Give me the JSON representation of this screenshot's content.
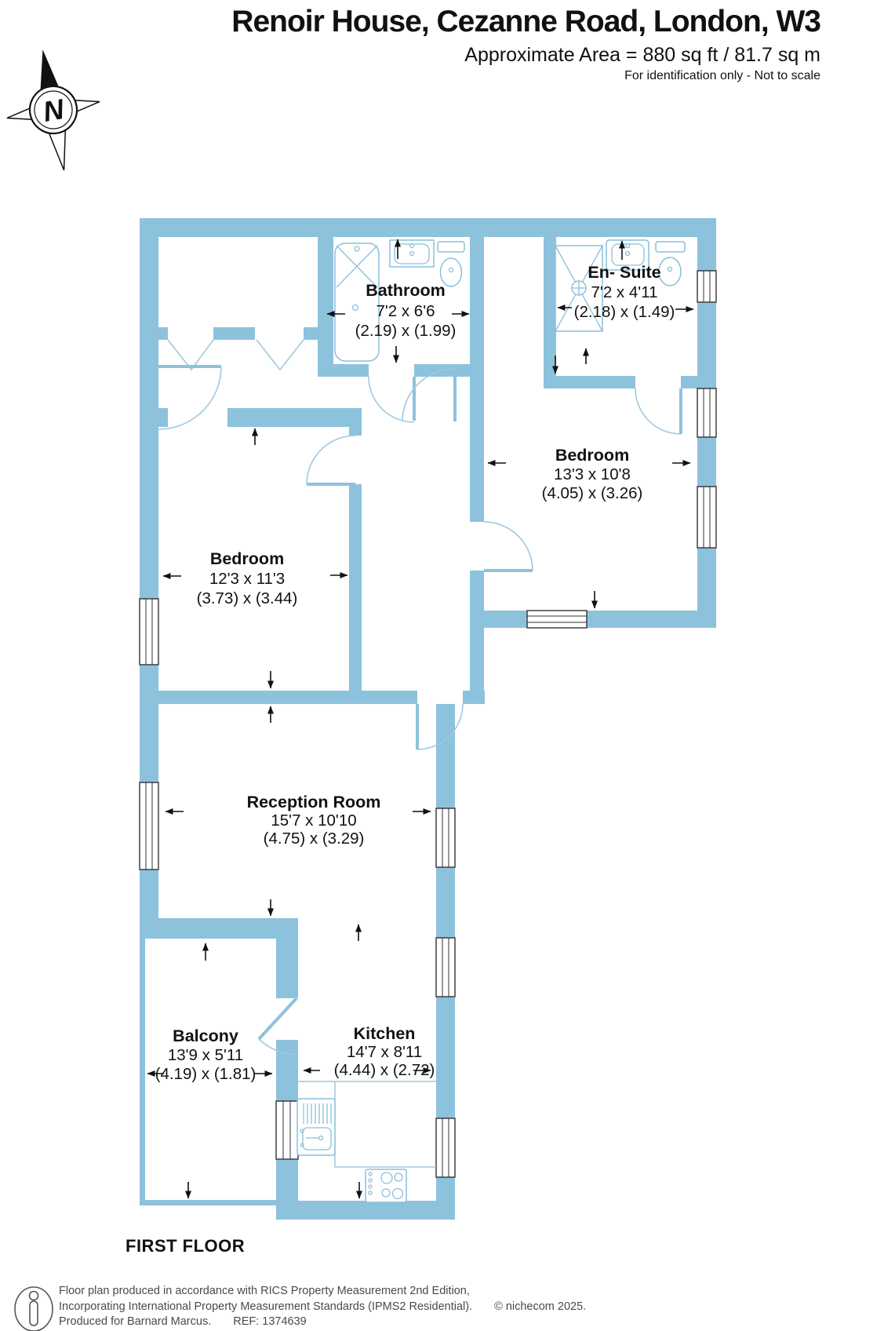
{
  "header": {
    "title": "Renoir House, Cezanne Road, London, W3",
    "area_line": "Approximate Area = 880 sq ft / 81.7 sq m",
    "disclaimer": "For identification only - Not to scale",
    "compass_label": "N"
  },
  "floor_label": "FIRST FLOOR",
  "rooms": [
    {
      "name": "Bathroom",
      "dims_imperial": "7'2 x 6'6",
      "dims_metric": "(2.19) x (1.99)"
    },
    {
      "name": "En- Suite",
      "dims_imperial": "7'2 x 4'11",
      "dims_metric": "(2.18) x (1.49)"
    },
    {
      "name": "Bedroom",
      "dims_imperial": "13'3 x 10'8",
      "dims_metric": "(4.05) x (3.26)"
    },
    {
      "name": "Bedroom",
      "dims_imperial": "12'3 x 11'3",
      "dims_metric": "(3.73) x (3.44)"
    },
    {
      "name": "Reception Room",
      "dims_imperial": "15'7 x 10'10",
      "dims_metric": "(4.75) x (3.29)"
    },
    {
      "name": "Balcony",
      "dims_imperial": "13'9 x 5'11",
      "dims_metric": "(4.19) x (1.81)"
    },
    {
      "name": "Kitchen",
      "dims_imperial": "14'7 x 8'11",
      "dims_metric": "(4.44) x (2.72)"
    }
  ],
  "footer": {
    "line1": "Floor plan produced in accordance with RICS Property Measurement 2nd Edition,",
    "line2": "Incorporating International Property Measurement Standards (IPMS2 Residential).",
    "copyright": "© nichecom 2025.",
    "produced": "Produced for Barnard Marcus.",
    "ref": "REF: 1374639"
  },
  "colors": {
    "wall": "#8DC2DD",
    "fixture_stroke": "#8ABFDB",
    "text": "#111111",
    "footer_text": "#4a4a4a"
  }
}
